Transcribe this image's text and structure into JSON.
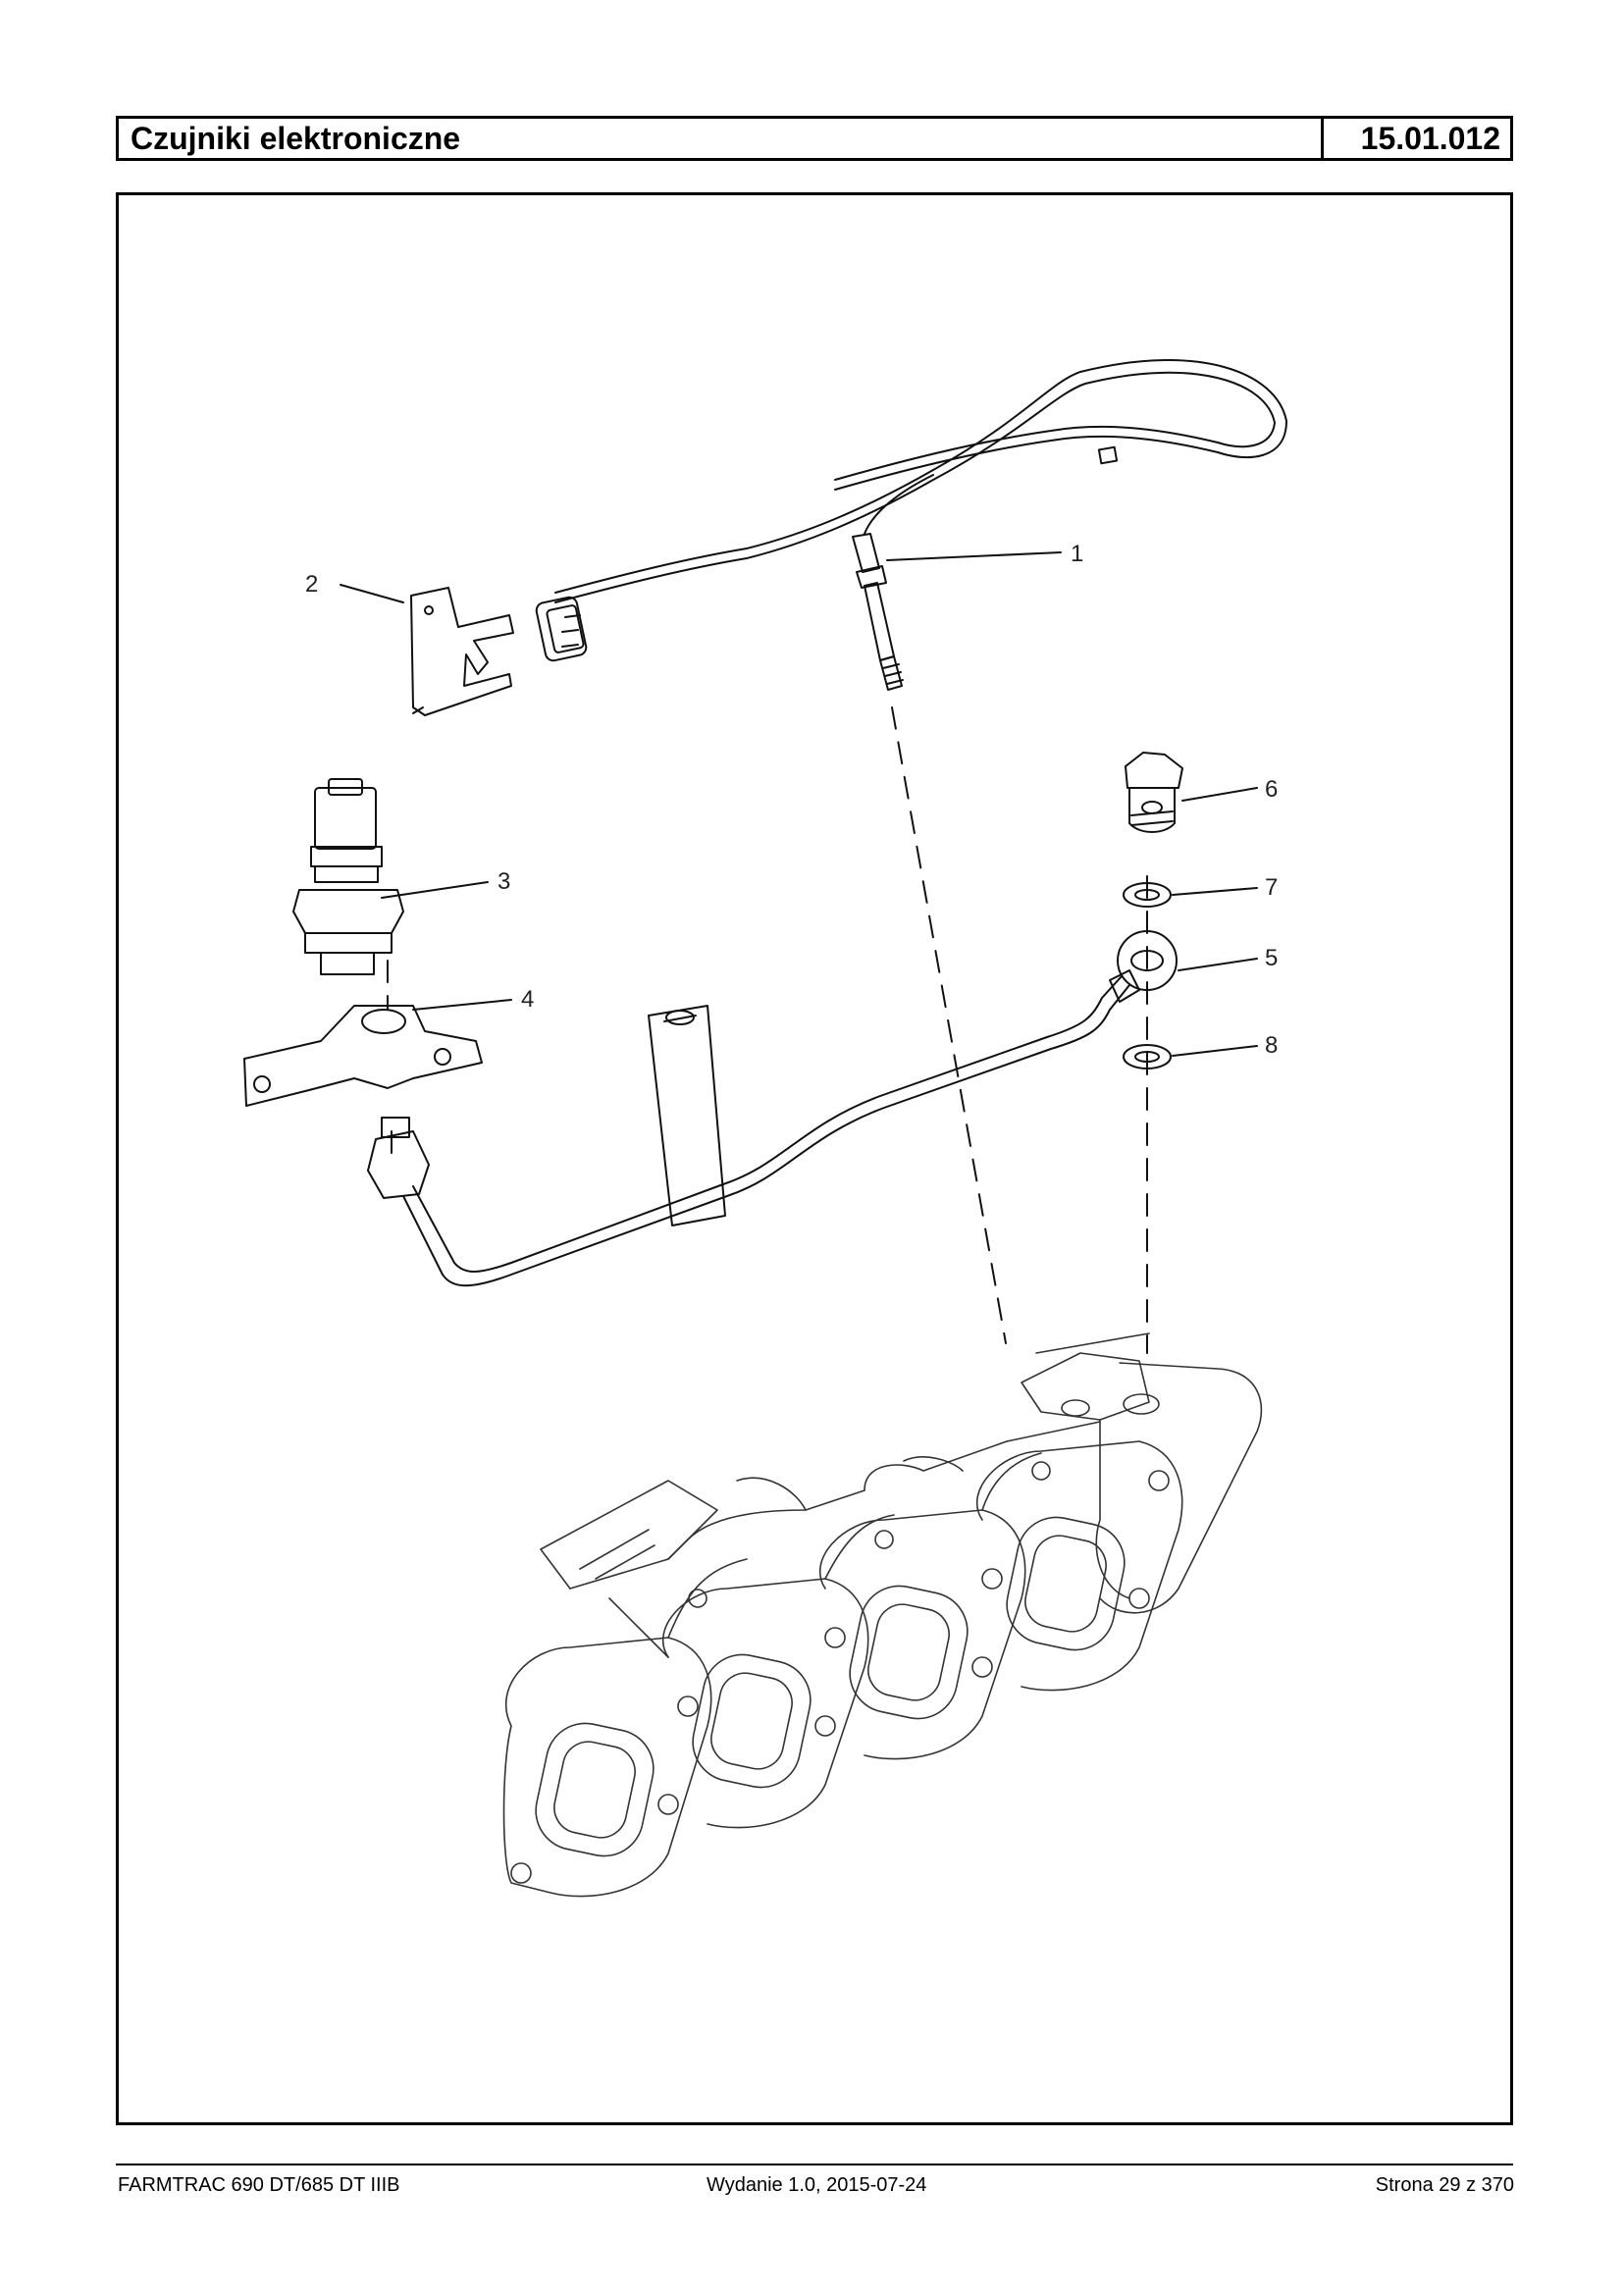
{
  "header": {
    "title": "Czujniki elektroniczne",
    "code": "15.01.012"
  },
  "diagram": {
    "callouts": [
      "1",
      "2",
      "3",
      "4",
      "5",
      "6",
      "7",
      "8"
    ]
  },
  "footer": {
    "model": "FARMTRAC 690 DT/685 DT IIIB",
    "edition": "Wydanie 1.0,  2015-07-24",
    "page": "Strona 29 z 370"
  }
}
